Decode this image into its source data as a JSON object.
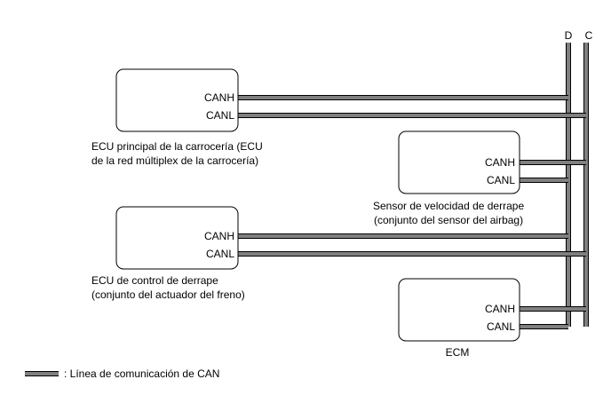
{
  "bus_labels": {
    "left": "D",
    "right": "C"
  },
  "ecus": {
    "body": {
      "canh": "CANH",
      "canl": "CANL",
      "label_line1": "ECU principal de la carrocería (ECU",
      "label_line2": "de la red múltiplex de la carrocería)"
    },
    "yaw": {
      "canh": "CANH",
      "canl": "CANL",
      "label_line1": "Sensor de velocidad de derrape",
      "label_line2": "(conjunto del sensor del airbag)"
    },
    "skid": {
      "canh": "CANH",
      "canl": "CANL",
      "label_line1": "ECU de control de derrape",
      "label_line2": "(conjunto del actuador del freno)"
    },
    "ecm": {
      "canh": "CANH",
      "canl": "CANL",
      "label_line1": "ECM"
    }
  },
  "legend": {
    "text": ": Línea de comunicación de CAN"
  }
}
